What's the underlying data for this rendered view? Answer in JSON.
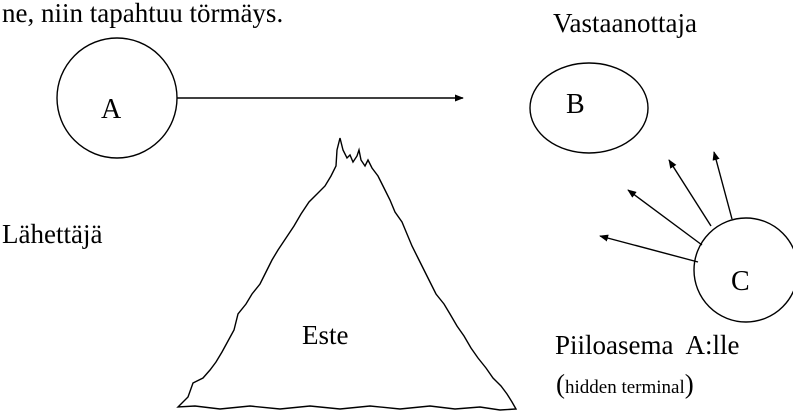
{
  "top_text": "ne, niin  tapahtuu törmäys.",
  "nodes": {
    "a": {
      "label": "A"
    },
    "b": {
      "label": "B"
    },
    "c": {
      "label": "C"
    }
  },
  "labels": {
    "sender": "Lähettäjä",
    "receiver": "Vastaanottaja",
    "obstacle": "Este",
    "hidden_station": "Piiloasema  A:lle",
    "hidden_terminal_open": "(",
    "hidden_terminal": "hidden terminal",
    "hidden_terminal_close": ")"
  },
  "colors": {
    "stroke": "#000000",
    "background": "#ffffff"
  }
}
